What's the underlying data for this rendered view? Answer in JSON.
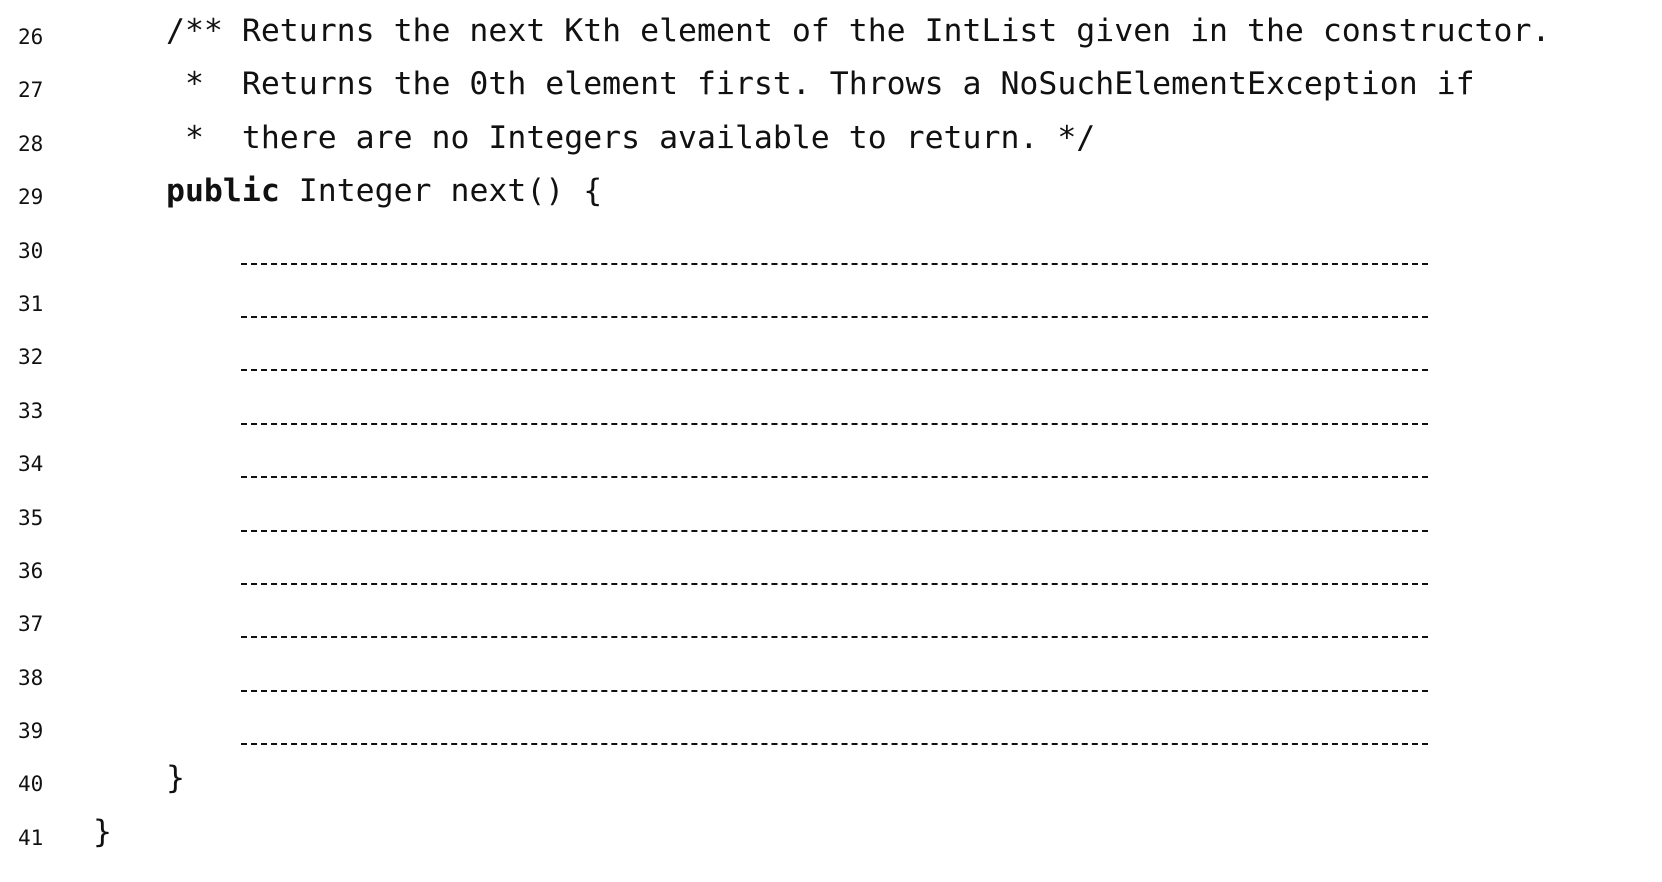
{
  "lines": [
    {
      "number": "26",
      "text": "/** Returns the next Kth element of the IntList given in the constructor."
    },
    {
      "number": "27",
      "text": " *  Returns the 0th element first. Throws a NoSuchElementException if"
    },
    {
      "number": "28",
      "text": " *  there are no Integers available to return. */"
    },
    {
      "number": "29",
      "keyword": "public",
      "text": " Integer next() {"
    },
    {
      "number": "30"
    },
    {
      "number": "31"
    },
    {
      "number": "32"
    },
    {
      "number": "33"
    },
    {
      "number": "34"
    },
    {
      "number": "35"
    },
    {
      "number": "36"
    },
    {
      "number": "37"
    },
    {
      "number": "38"
    },
    {
      "number": "39"
    },
    {
      "number": "40",
      "text": "}"
    },
    {
      "number": "41",
      "text": "}"
    }
  ]
}
